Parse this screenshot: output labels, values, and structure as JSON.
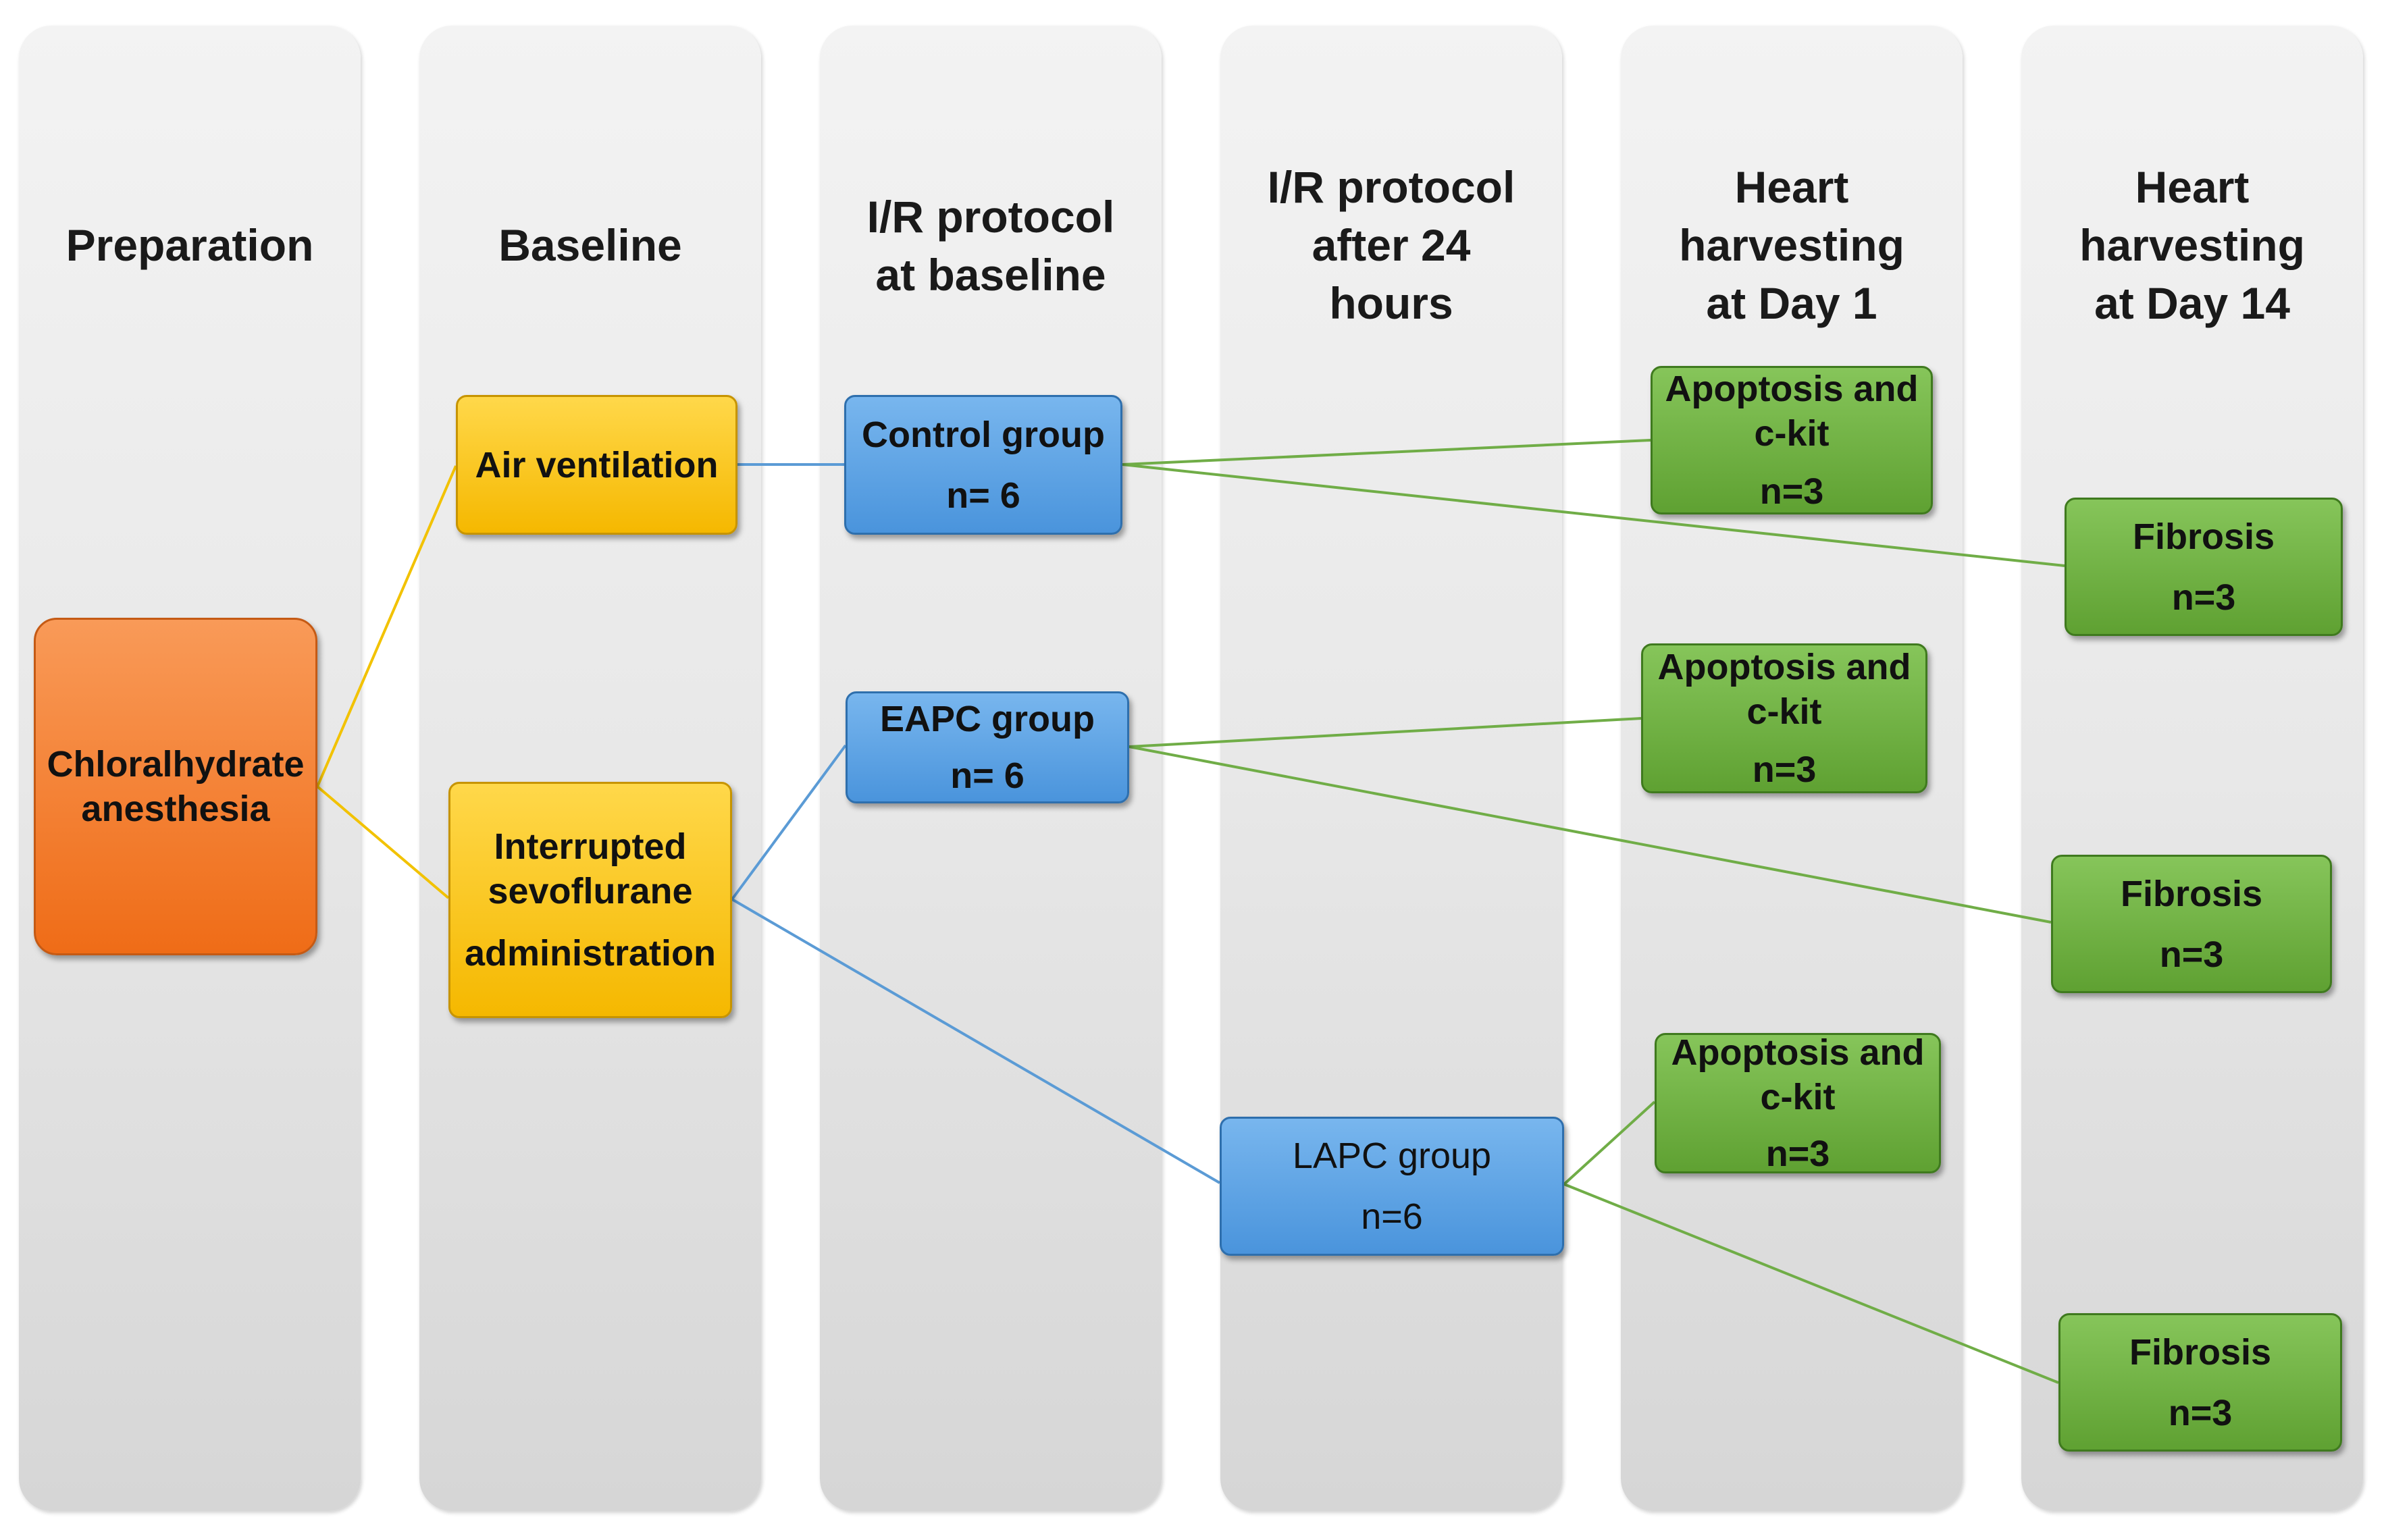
{
  "columns": [
    {
      "title": "Preparation"
    },
    {
      "title": "Baseline"
    },
    {
      "title": "I/R protocol\nat baseline"
    },
    {
      "title": "I/R protocol\nafter 24\nhours"
    },
    {
      "title": "Heart\nharvesting\nat Day 1"
    },
    {
      "title": "Heart\nharvesting\nat Day 14"
    }
  ],
  "nodes": {
    "chloral": {
      "label": "Chloralhydrate\nanesthesia"
    },
    "air": {
      "label": "Air ventilation"
    },
    "sevo": {
      "label": "Interrupted\nsevoflurane",
      "label2": "administration"
    },
    "control": {
      "label": "Control group",
      "n": "n= 6"
    },
    "eapc": {
      "label": "EAPC group",
      "n": "n= 6"
    },
    "lapc": {
      "label": "LAPC group",
      "n": "n=6"
    },
    "apo1": {
      "label": "Apoptosis and\nc-kit",
      "n": "n=3"
    },
    "apo2": {
      "label": "Apoptosis and\nc-kit",
      "n": "n=3"
    },
    "apo3": {
      "label": "Apoptosis and\nc-kit",
      "n": "n=3"
    },
    "fib1": {
      "label": "Fibrosis",
      "n": "n=3"
    },
    "fib2": {
      "label": "Fibrosis",
      "n": "n=3"
    },
    "fib3": {
      "label": "Fibrosis",
      "n": "n=3"
    }
  },
  "colors": {
    "orange": "#ef6c17",
    "yellow": "#f5b800",
    "blue": "#4a94dc",
    "green": "#5fa132",
    "line_yellow": "#f2c200",
    "line_blue": "#5b9bd5",
    "line_green": "#70ad47"
  }
}
